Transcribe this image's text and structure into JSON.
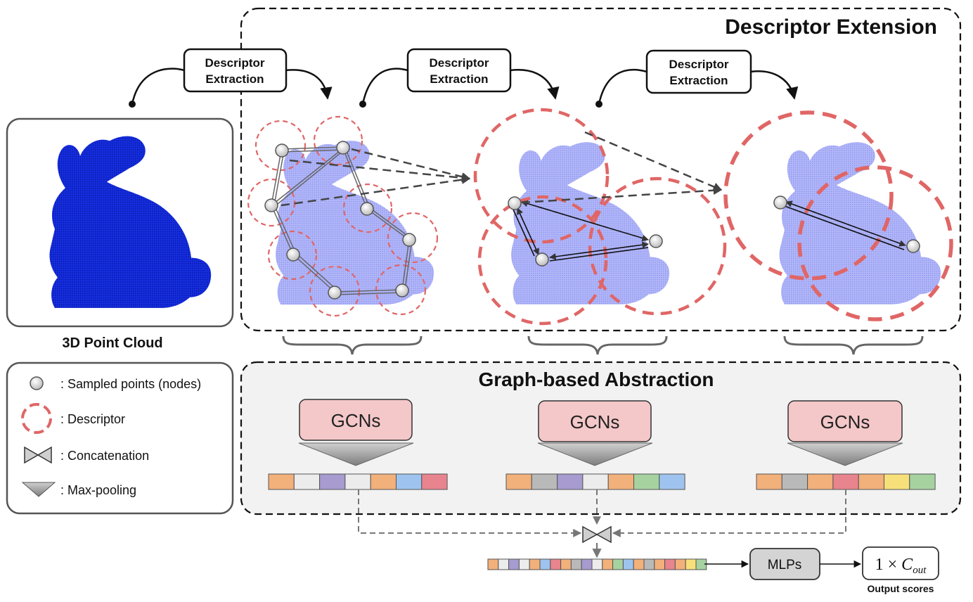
{
  "titles": {
    "descriptor_extension": "Descriptor Extension",
    "graph_abstraction": "Graph-based Abstraction",
    "point_cloud": "3D Point Cloud",
    "output_scores": "Output scores"
  },
  "extraction_boxes": [
    {
      "line1": "Descriptor",
      "line2": "Extraction"
    },
    {
      "line1": "Descriptor",
      "line2": "Extraction"
    },
    {
      "line1": "Descriptor",
      "line2": "Extraction"
    }
  ],
  "legend": {
    "sampled_points": ": Sampled points (nodes)",
    "descriptor": ": Descriptor",
    "concatenation": ": Concatenation",
    "max_pooling": ": Max-pooling"
  },
  "gcn_label": "GCNs",
  "mlp_label": "MLPs",
  "output": {
    "prefix": "1 × ",
    "symbol": "C",
    "subscript": "out"
  },
  "colors": {
    "orange": "#f2b07a",
    "white": "#ececec",
    "purple": "#a79bd0",
    "blue": "#9ec3ee",
    "red": "#e8848e",
    "grey": "#b9b9b9",
    "green": "#a6d2a0",
    "yellow": "#f7e07a",
    "descriptor_ring": "#e06666",
    "bunny_dense": "#0a1fdc",
    "bunny_light": "#a9aef7",
    "gcn_fill": "#f4c7c9",
    "panel_bg": "#f2f2f2"
  },
  "feature_strips": [
    [
      "orange",
      "white",
      "purple",
      "white",
      "orange",
      "blue",
      "red"
    ],
    [
      "orange",
      "grey",
      "purple",
      "white",
      "orange",
      "green",
      "blue"
    ],
    [
      "orange",
      "grey",
      "orange",
      "red",
      "orange",
      "yellow",
      "green"
    ]
  ],
  "concat_strip": [
    "orange",
    "white",
    "purple",
    "white",
    "orange",
    "blue",
    "red",
    "orange",
    "grey",
    "purple",
    "white",
    "orange",
    "green",
    "blue",
    "orange",
    "grey",
    "orange",
    "red",
    "orange",
    "yellow",
    "green"
  ]
}
